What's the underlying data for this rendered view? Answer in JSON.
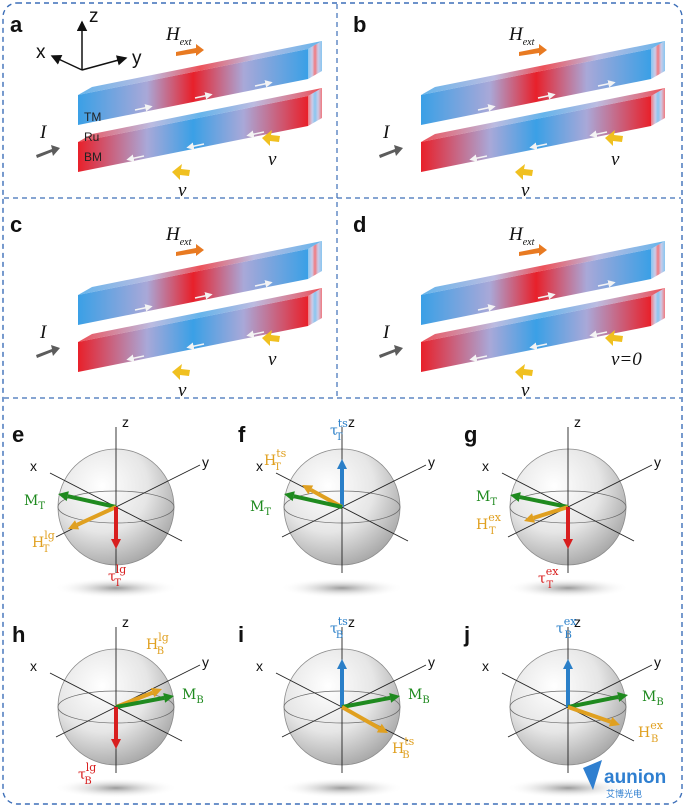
{
  "panels": [
    {
      "label": "a",
      "field": "H",
      "field_sub": "ext",
      "current": "I",
      "v_top": "v",
      "v_bottom": "v",
      "layers": [
        "TM",
        "Ru",
        "BM"
      ]
    },
    {
      "label": "b",
      "field": "H",
      "field_sub": "ext",
      "current": "I",
      "v_top": "v",
      "v_bottom": "v"
    },
    {
      "label": "c",
      "field": "H",
      "field_sub": "ext",
      "current": "I",
      "v_top": "v",
      "v_bottom": "v"
    },
    {
      "label": "d",
      "field": "H",
      "field_sub": "ext",
      "current": "I",
      "v_top": "v=0",
      "v_bottom": "v"
    }
  ],
  "axes": {
    "x": "x",
    "y": "y",
    "z": "z"
  },
  "spheres": [
    {
      "label": "e",
      "vectors": [
        {
          "name": "M",
          "sub": "T",
          "sup": "",
          "color": "#1f8a1f"
        },
        {
          "name": "H",
          "sub": "T",
          "sup": "lg",
          "color": "#e0a020"
        },
        {
          "name": "τ",
          "sub": "T",
          "sup": "lg",
          "color": "#d81e1e"
        }
      ]
    },
    {
      "label": "f",
      "vectors": [
        {
          "name": "τ",
          "sub": "T",
          "sup": "ts",
          "color": "#2a7fc8"
        },
        {
          "name": "H",
          "sub": "T",
          "sup": "ts",
          "color": "#e0a020"
        },
        {
          "name": "M",
          "sub": "T",
          "sup": "",
          "color": "#1f8a1f"
        }
      ]
    },
    {
      "label": "g",
      "vectors": [
        {
          "name": "M",
          "sub": "T",
          "sup": "",
          "color": "#1f8a1f"
        },
        {
          "name": "H",
          "sub": "T",
          "sup": "ex",
          "color": "#e0a020"
        },
        {
          "name": "τ",
          "sub": "T",
          "sup": "ex",
          "color": "#d81e1e"
        }
      ]
    },
    {
      "label": "h",
      "vectors": [
        {
          "name": "H",
          "sub": "B",
          "sup": "lg",
          "color": "#e0a020"
        },
        {
          "name": "M",
          "sub": "B",
          "sup": "",
          "color": "#1f8a1f"
        },
        {
          "name": "τ",
          "sub": "B",
          "sup": "lg",
          "color": "#d81e1e"
        }
      ]
    },
    {
      "label": "i",
      "vectors": [
        {
          "name": "τ",
          "sub": "B",
          "sup": "ts",
          "color": "#2a7fc8"
        },
        {
          "name": "M",
          "sub": "B",
          "sup": "",
          "color": "#1f8a1f"
        },
        {
          "name": "H",
          "sub": "B",
          "sup": "ts",
          "color": "#e0a020"
        }
      ]
    },
    {
      "label": "j",
      "vectors": [
        {
          "name": "τ",
          "sub": "B",
          "sup": "ex",
          "color": "#2a7fc8"
        },
        {
          "name": "M",
          "sub": "B",
          "sup": "",
          "color": "#1f8a1f"
        },
        {
          "name": "H",
          "sub": "B",
          "sup": "ex",
          "color": "#e0a020"
        }
      ]
    }
  ],
  "watermark": {
    "text": "aunion",
    "subtext": "艾博光电"
  },
  "colors": {
    "blue": "#3aa0e6",
    "red": "#e8202a",
    "border": "#3d6fb8"
  }
}
